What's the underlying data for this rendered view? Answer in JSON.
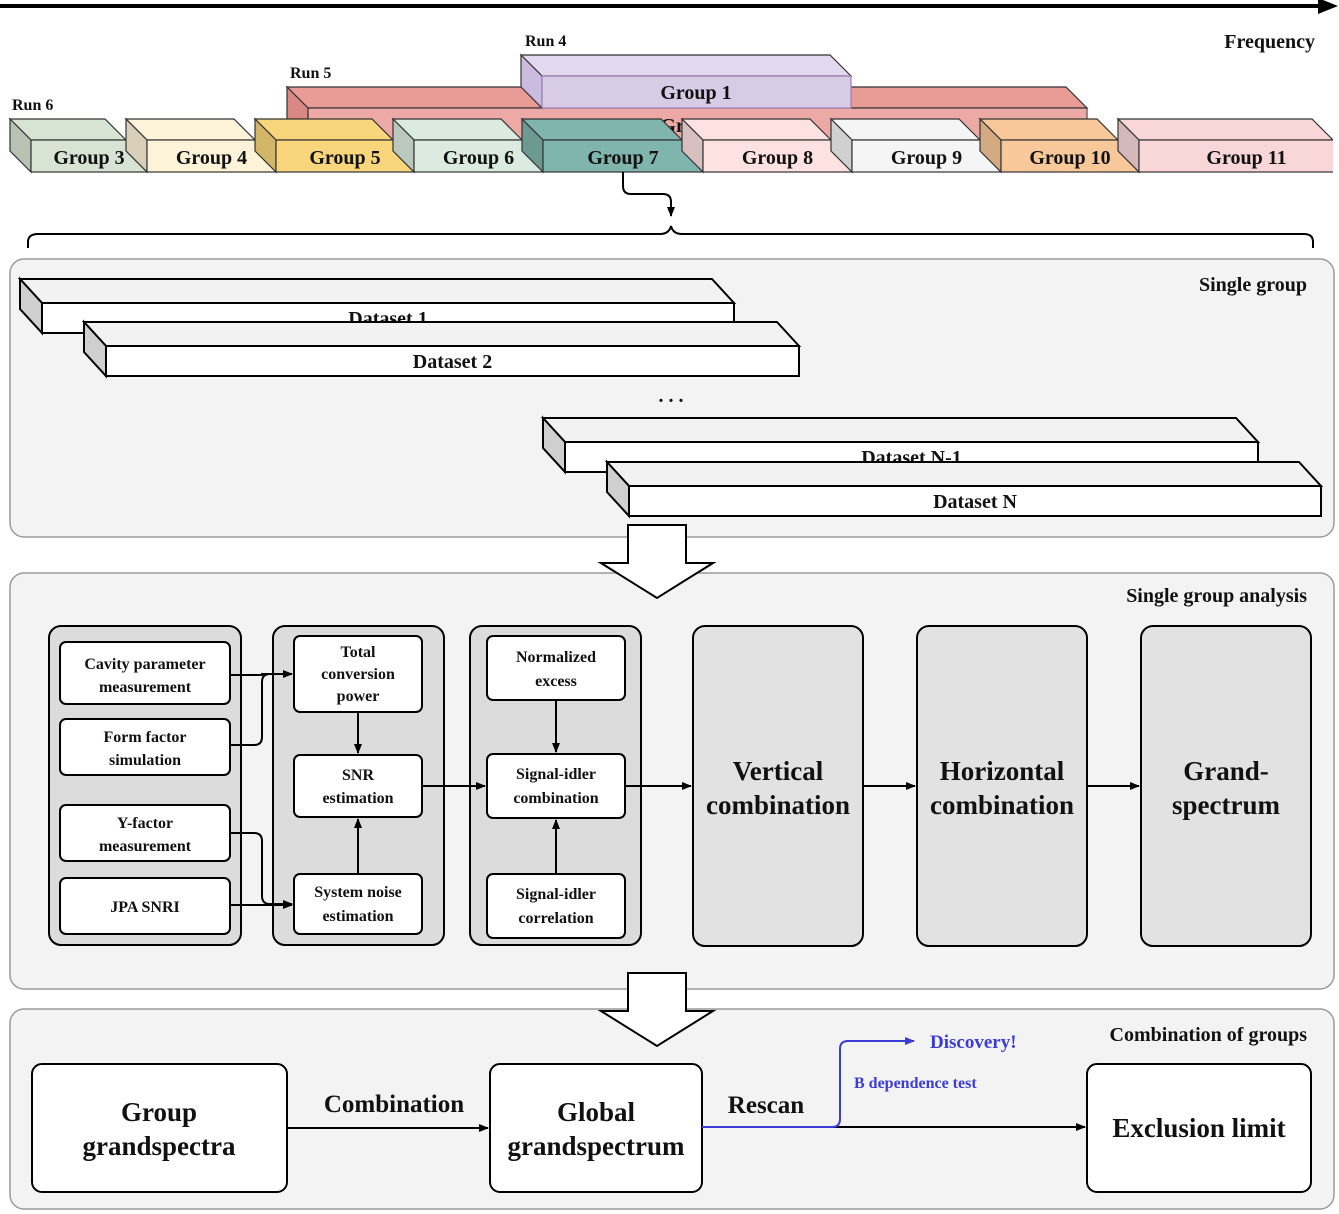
{
  "axis": {
    "label": "Frequency"
  },
  "runs": [
    {
      "id": "run4",
      "label": "Run 4",
      "color": "#d7cbe6",
      "stroke": "#9a7fb8"
    },
    {
      "id": "run5",
      "label": "Run 5",
      "color": "#e99b96"
    },
    {
      "id": "run6",
      "label": "Run 6"
    }
  ],
  "groups": [
    {
      "label": "Group 1",
      "color": "#d7cbe6"
    },
    {
      "label": "Group 2",
      "color": "#e99b96"
    },
    {
      "label": "Group 3",
      "color": "#d8e4d3"
    },
    {
      "label": "Group 4",
      "color": "#fdf3d8"
    },
    {
      "label": "Group 5",
      "color": "#f9d67b"
    },
    {
      "label": "Group 6",
      "color": "#dcebdf"
    },
    {
      "label": "Group 7",
      "color": "#7fb5ac"
    },
    {
      "label": "Group 8",
      "color": "#fde2e1"
    },
    {
      "label": "Group 9",
      "color": "#f5f5f5"
    },
    {
      "label": "Group 10",
      "color": "#f9c89a"
    },
    {
      "label": "Group 11",
      "color": "#f9d7d8"
    }
  ],
  "single_group": {
    "title": "Single group",
    "datasets": [
      "Dataset 1",
      "Dataset 2",
      "Dataset N-1",
      "Dataset N"
    ],
    "ellipsis": ". . ."
  },
  "analysis": {
    "title": "Single group analysis",
    "inputs": {
      "cavity": [
        "Cavity parameter",
        "measurement"
      ],
      "form": [
        "Form factor",
        "simulation"
      ],
      "yfactor": [
        "Y-factor",
        "measurement"
      ],
      "jpa": "JPA SNRI"
    },
    "estimation": {
      "total": [
        "Total",
        "conversion",
        "power"
      ],
      "snr": [
        "SNR",
        "estimation"
      ],
      "noise": [
        "System noise",
        "estimation"
      ]
    },
    "combination": {
      "normalized": [
        "Normalized",
        "excess"
      ],
      "si_comb": [
        "Signal-idler",
        "combination"
      ],
      "si_corr": [
        "Signal-idler",
        "correlation"
      ]
    },
    "vertical": [
      "Vertical",
      "combination"
    ],
    "horizontal": [
      "Horizontal",
      "combination"
    ],
    "grand": [
      "Grand-",
      "spectrum"
    ]
  },
  "combination_groups": {
    "title": "Combination of groups",
    "group_grandspectra": [
      "Group",
      "grandspectra"
    ],
    "combination_label": "Combination",
    "global": [
      "Global",
      "grandspectrum"
    ],
    "rescan": "Rescan",
    "discovery": "Discovery!",
    "bdep": "B dependence test",
    "exclusion": "Exclusion limit",
    "accent": "#3b3bd6"
  }
}
